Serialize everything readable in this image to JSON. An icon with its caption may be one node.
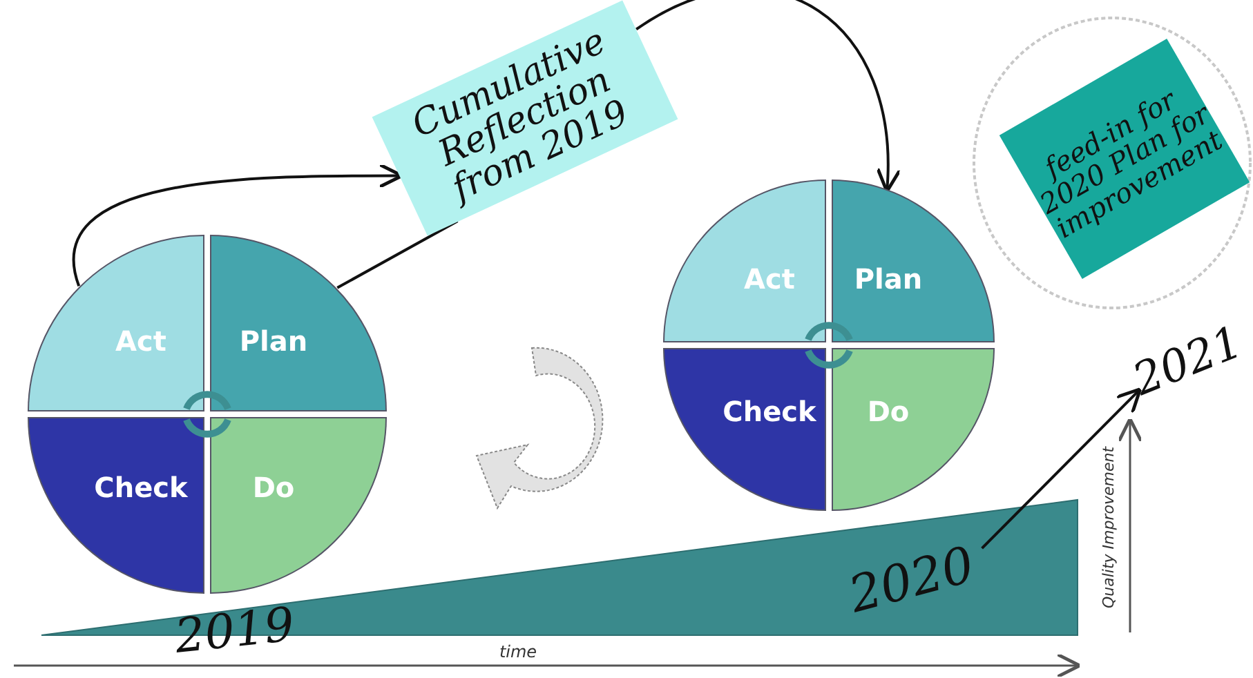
{
  "diagram": {
    "nodes": [
      {
        "text": [
          "Act"
        ]
      },
      {
        "text": [
          "Plan"
        ]
      },
      {
        "text": [
          "Check"
        ]
      },
      {
        "text": [
          "Do"
        ]
      },
      {
        "text": [
          "Cumulative Reflection from 2019"
        ]
      },
      {
        "text": [
          "Act"
        ]
      },
      {
        "text": [
          "Plan"
        ]
      },
      {
        "text": [
          "Check"
        ]
      },
      {
        "text": [
          "Do"
        ]
      },
      {
        "text": [
          "feed-in for 2020 Plan for improvement"
        ]
      },
      {
        "text": [
          "2020"
        ]
      },
      {
        "text": [
          "2021"
        ]
      }
    ],
    "edges": [
      {
        "from": 0,
        "to": 4,
        "arrow": "to"
      },
      {
        "from": 1,
        "to": 4,
        "arrow": "none"
      },
      {
        "from": 4,
        "to": 6,
        "arrow": "to"
      },
      {
        "from": 10,
        "to": 11,
        "arrow": "to"
      }
    ],
    "labels": [
      "2019",
      "time",
      "Quality Improvement"
    ]
  }
}
